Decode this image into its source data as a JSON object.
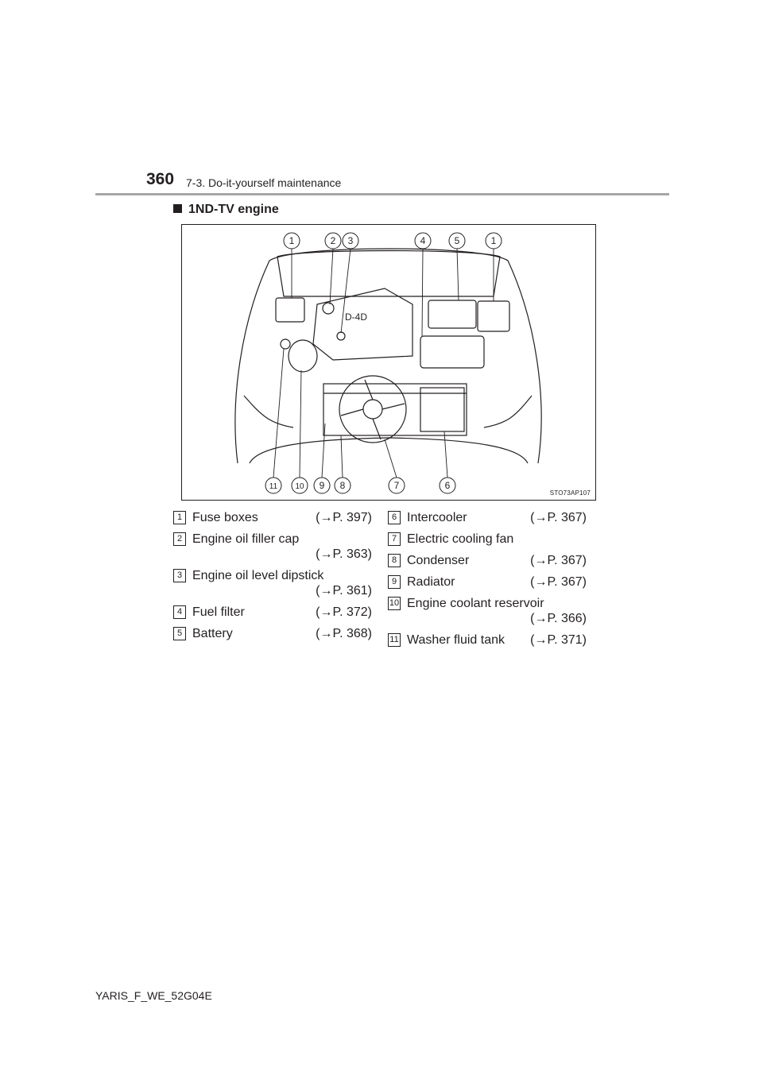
{
  "header": {
    "page_number": "360",
    "section": "7-3. Do-it-yourself maintenance"
  },
  "subheading": "1ND-TV engine",
  "figure": {
    "code": "STO73AP107",
    "callouts_top": [
      "1",
      "2",
      "3",
      "4",
      "5",
      "1"
    ],
    "callouts_bottom": [
      "11",
      "10",
      "9",
      "8",
      "7",
      "6"
    ]
  },
  "legend_left": [
    {
      "num": "1",
      "label": "Fuse boxes",
      "ref": "(→P. 397)",
      "ref_line2": ""
    },
    {
      "num": "2",
      "label": "Engine oil filler cap",
      "ref": "",
      "ref_line2": "(→P. 363)"
    },
    {
      "num": "3",
      "label": "Engine oil level dipstick",
      "ref": "",
      "ref_line2": "(→P. 361)"
    },
    {
      "num": "4",
      "label": "Fuel filter",
      "ref": "(→P. 372)",
      "ref_line2": ""
    },
    {
      "num": "5",
      "label": "Battery",
      "ref": "(→P. 368)",
      "ref_line2": ""
    }
  ],
  "legend_right": [
    {
      "num": "6",
      "label": "Intercooler",
      "ref": "(→P. 367)",
      "ref_line2": ""
    },
    {
      "num": "7",
      "label": "Electric cooling fan",
      "ref": "",
      "ref_line2": ""
    },
    {
      "num": "8",
      "label": "Condenser",
      "ref": "(→P. 367)",
      "ref_line2": ""
    },
    {
      "num": "9",
      "label": "Radiator",
      "ref": "(→P. 367)",
      "ref_line2": ""
    },
    {
      "num": "10",
      "label": "Engine coolant reservoir",
      "ref": "",
      "ref_line2": "(→P. 366)"
    },
    {
      "num": "11",
      "label": "Washer fluid tank",
      "ref": "(→P. 371)",
      "ref_line2": ""
    }
  ],
  "footer": "YARIS_F_WE_52G04E"
}
